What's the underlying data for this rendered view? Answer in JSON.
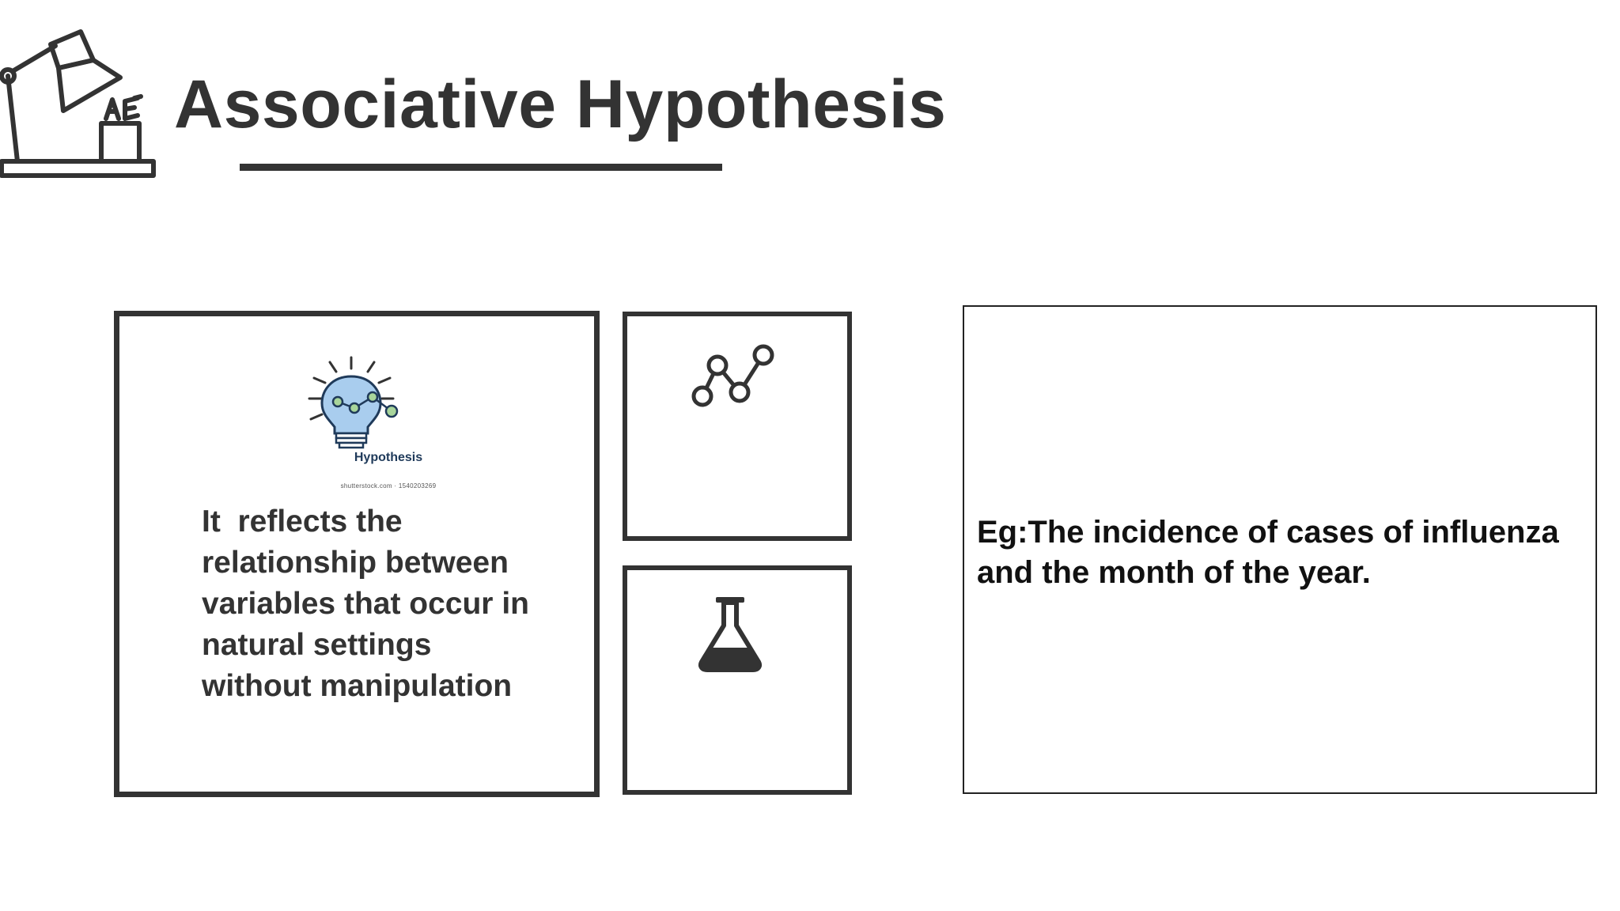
{
  "slide": {
    "title": "Associative Hypothesis",
    "definition_card": {
      "image_caption": "Hypothesis",
      "image_watermark": "shutterstock.com · 1540203269",
      "text": "It  reflects the relationship between variables that occur in natural settings without manipulation"
    },
    "icons": {
      "header": "desk-lamp-icon",
      "image": "lightbulb-network-icon",
      "graph": "line-graph-icon",
      "flask": "flask-icon"
    },
    "example_card": {
      "text": "Eg:The incidence of cases of influenza and the month of the year."
    },
    "colors": {
      "text_dark": "#333333",
      "bulb_blue": "#a9cdee",
      "bulb_outline": "#1f3a5a",
      "node_green": "#a8d59b"
    }
  }
}
